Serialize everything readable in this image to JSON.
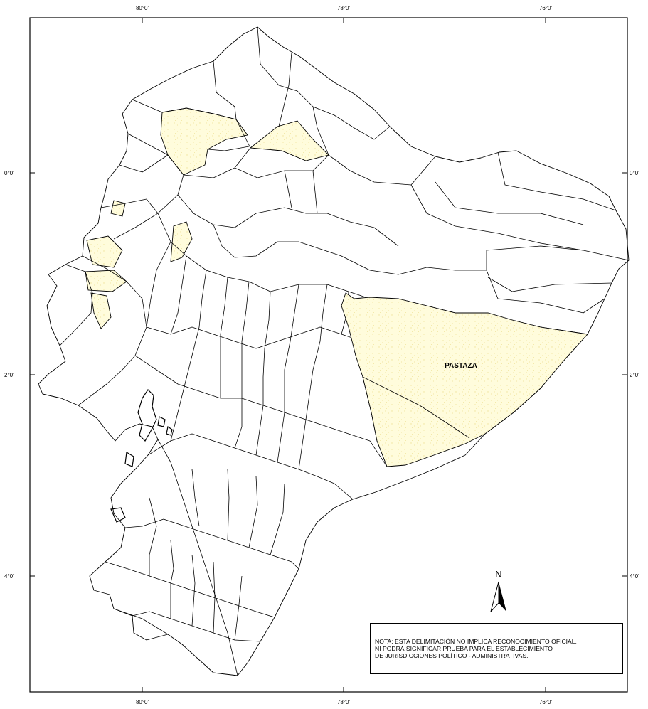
{
  "map": {
    "graticule": {
      "top_lon_labels": [
        "80°0'",
        "78°0'",
        "76°0'"
      ],
      "bottom_lon_labels": [
        "80°0'",
        "78°0'",
        "76°0'"
      ],
      "left_lat_labels": [
        "0°0'",
        "2°0'",
        "4°0'"
      ],
      "right_lat_labels": [
        "0°0'",
        "2°0'",
        "4°0'"
      ]
    },
    "highlighted_region": {
      "name": "PASTAZA",
      "fill_color": "#fffbd6"
    },
    "north_arrow": {
      "letter": "N"
    },
    "note": {
      "lines": [
        "NOTA: ESTA DELIMITACIÓN NO IMPLICA RECONOCIMIENTO OFICIAL,",
        "NI PODRÁ SIGNIFICAR PRUEBA PARA EL ESTABLECIMIENTO",
        "DE JURISDICCIONES POLÍTICO - ADMINISTRATIVAS."
      ]
    }
  }
}
